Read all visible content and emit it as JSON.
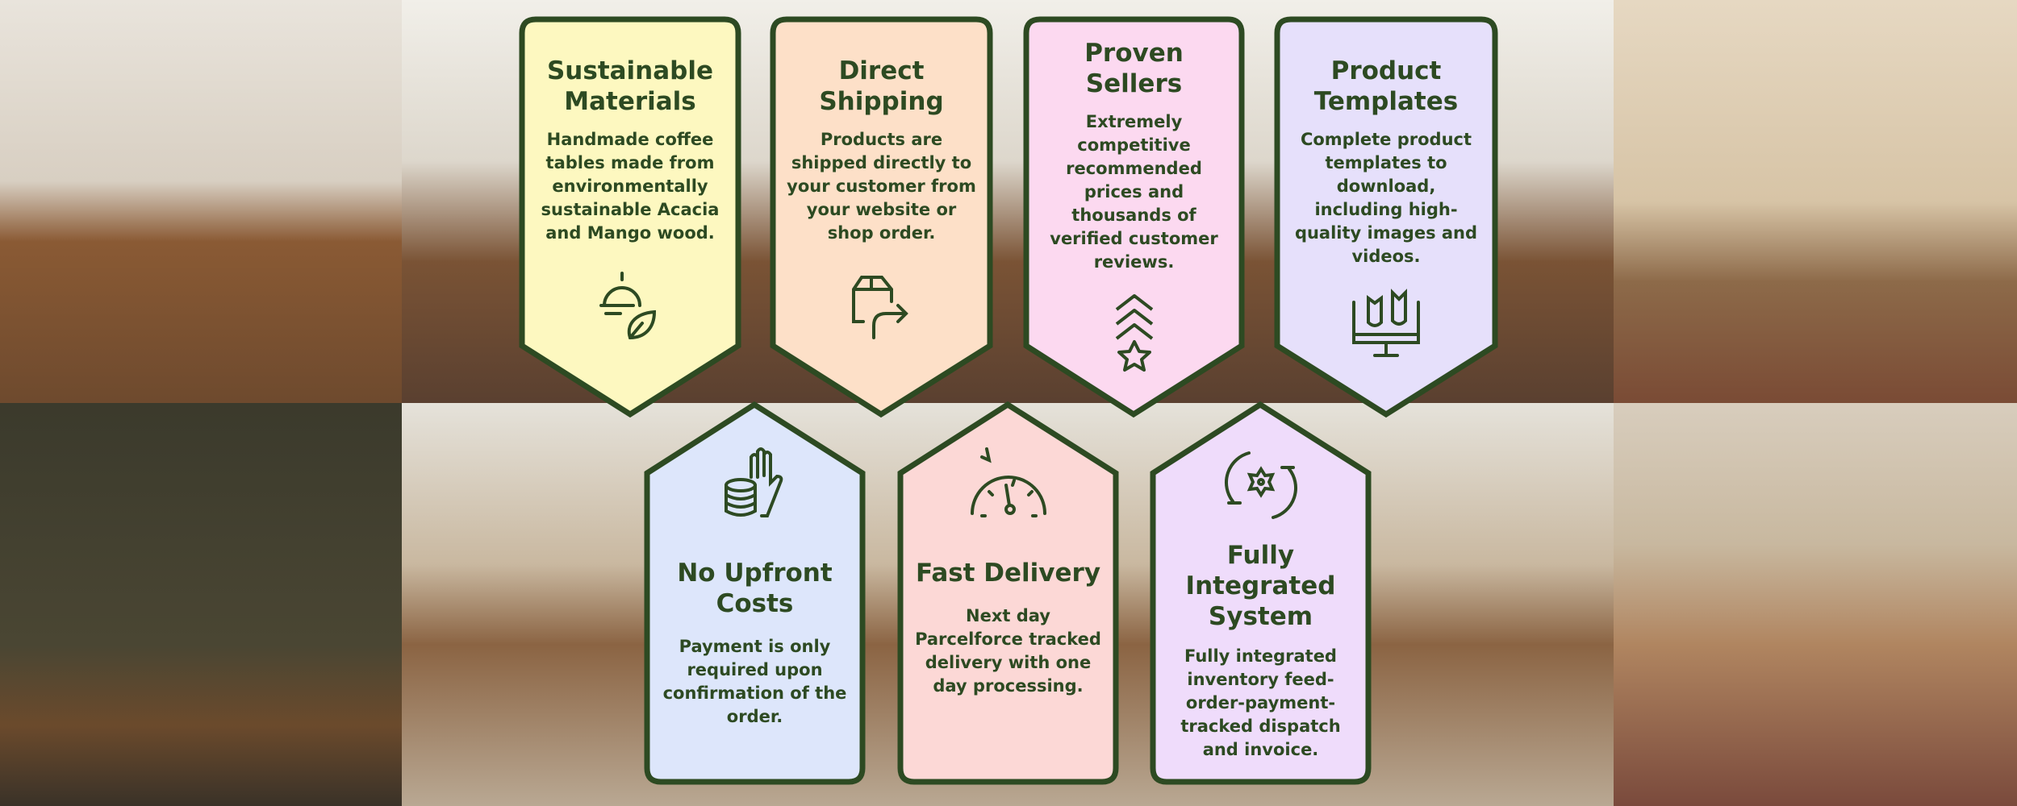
{
  "colors": {
    "border": "#2d4a22",
    "text": "#2d4a22"
  },
  "top_cards": [
    {
      "title": "Sustainable Materials",
      "body": "Handmade coffee tables made from environmentally sustainable Acacia and Mango wood.",
      "icon": "cloche-leaf-icon",
      "color": "#fdf8c0"
    },
    {
      "title": "Direct Shipping",
      "body": "Products are shipped directly to your customer from your website or shop order.",
      "icon": "box-arrow-icon",
      "color": "#fde0c8"
    },
    {
      "title": "Proven Sellers",
      "body": "Extremely competitive recommended prices and thousands of verified customer reviews.",
      "icon": "chevron-star-icon",
      "color": "#fcd9f0"
    },
    {
      "title": "Product Templates",
      "body": "Complete product templates to download, including high-quality images and videos.",
      "icon": "monitor-download-icon",
      "color": "#e6e0fb"
    }
  ],
  "bottom_cards": [
    {
      "title": "No Upfront Costs",
      "body": "Payment is only required upon confirmation of the order.",
      "icon": "hand-coins-icon",
      "color": "#dde6fb"
    },
    {
      "title": "Fast Delivery",
      "body": "Next day Parcelforce tracked delivery with one day processing.",
      "icon": "speedometer-icon",
      "color": "#fcd8d6"
    },
    {
      "title": "Fully Integrated System",
      "body": "Fully integrated inventory feed-order-payment-tracked dispatch and invoice.",
      "icon": "gear-cycle-icon",
      "color": "#efdcfb"
    }
  ]
}
